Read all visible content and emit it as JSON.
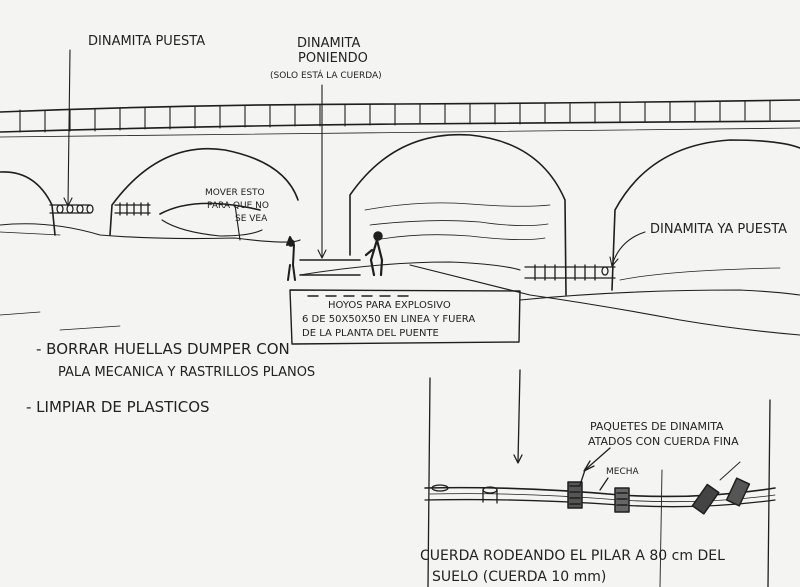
{
  "labels": {
    "dinamita_puesta": "DINAMITA PUESTA",
    "dinamita_poniendo_1": "DINAMITA",
    "dinamita_poniendo_2": "PONIENDO",
    "solo_esta_cuerda": "(SOLO ESTÁ LA CUERDA)",
    "mover_esto_1": "MOVER ESTO",
    "mover_esto_2": "PARA QUE NO",
    "mover_esto_3": "SE VEA",
    "dinamita_ya_puesta": "DINAMITA YA PUESTA",
    "hoyos_1": "HOYOS PARA EXPLOSIVO",
    "hoyos_2": "6 DE 50X50X50 EN LINEA Y FUERA",
    "hoyos_3": "DE LA PLANTA DEL PUENTE",
    "borrar_1": "- BORRAR HUELLAS DUMPER CON",
    "borrar_2": "PALA MECANICA Y RASTRILLOS PLANOS",
    "limpiar": "- LIMPIAR DE PLASTICOS",
    "paquetes_1": "PAQUETES DE DINAMITA",
    "paquetes_2": "ATADOS CON CUERDA FINA",
    "mecha": "MECHA",
    "cuerda_1": "CUERDA RODEANDO EL PILAR A 80 cm DEL",
    "cuerda_2": "SUELO (CUERDA 10 mm)"
  },
  "colors": {
    "ink": "#1e1e1e",
    "paper": "#f4f4f2"
  }
}
